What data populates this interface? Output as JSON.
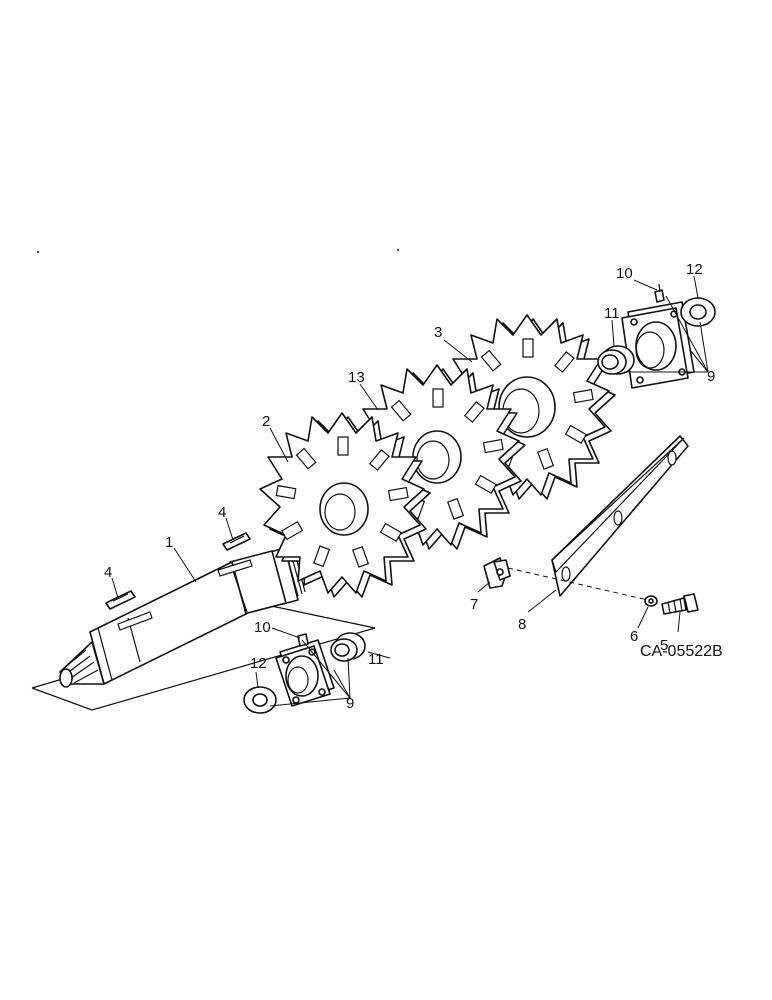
{
  "callouts": [
    {
      "id": "p1",
      "label": "1"
    },
    {
      "id": "p2",
      "label": "2"
    },
    {
      "id": "p3",
      "label": "3"
    },
    {
      "id": "p4a",
      "label": "4"
    },
    {
      "id": "p4b",
      "label": "4"
    },
    {
      "id": "p5",
      "label": "5"
    },
    {
      "id": "p6",
      "label": "6"
    },
    {
      "id": "p7",
      "label": "7"
    },
    {
      "id": "p8",
      "label": "8"
    },
    {
      "id": "p9a",
      "label": "9"
    },
    {
      "id": "p9b",
      "label": "9"
    },
    {
      "id": "p10a",
      "label": "10"
    },
    {
      "id": "p10b",
      "label": "10"
    },
    {
      "id": "p11a",
      "label": "11"
    },
    {
      "id": "p11b",
      "label": "11"
    },
    {
      "id": "p12a",
      "label": "12"
    },
    {
      "id": "p12b",
      "label": "12"
    },
    {
      "id": "p13",
      "label": "13"
    }
  ],
  "drawing_code": "CA-05522B"
}
